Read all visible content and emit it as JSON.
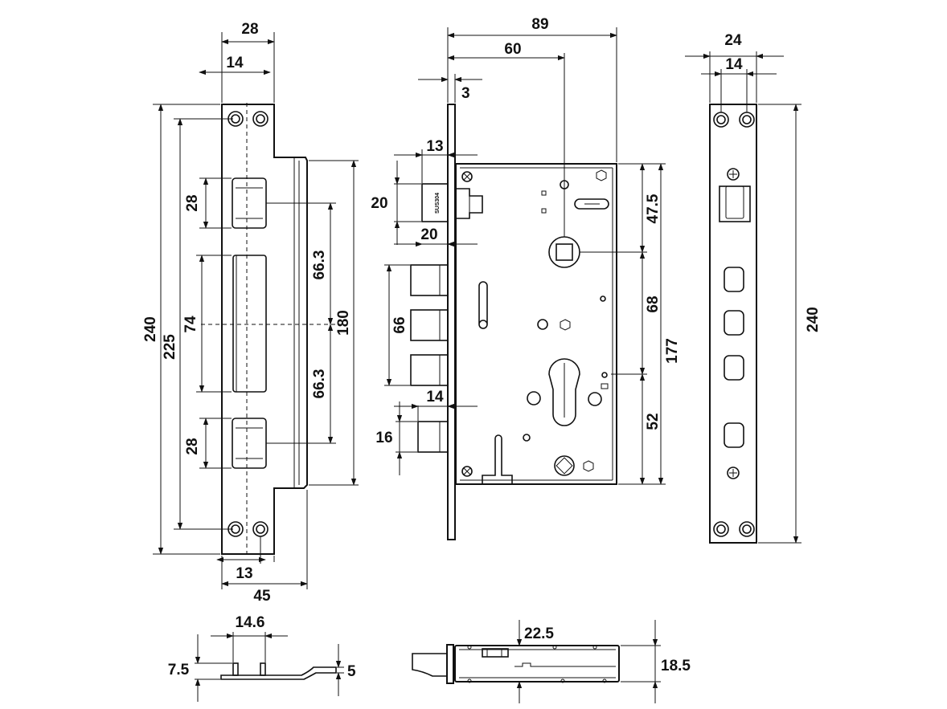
{
  "strike_plate": {
    "w_top": "28",
    "w_inner": "14",
    "h_total": "240",
    "h_holes": "225",
    "slot_top": "28",
    "slot_mid": "74",
    "slot_bot": "28",
    "upper_half": "66.3",
    "lower_half": "66.3",
    "lip_height": "180",
    "w_bottom_inner": "13",
    "w_bottom": "45"
  },
  "lock_body": {
    "width": "89",
    "backset": "60",
    "faceplate_t": "3",
    "latch_offset": "13",
    "latch_height": "20",
    "latch_depth": "20",
    "bolt_span": "66",
    "bolt_proj": "14",
    "bolt_height": "16",
    "top_to_spindle": "47.5",
    "spindle_to_cyl": "68",
    "cyl_to_bottom": "52",
    "body_height": "177",
    "stamp": "SUS304"
  },
  "faceplate": {
    "width": "24",
    "holes": "14",
    "height": "240"
  },
  "strike_side": {
    "width": "14.6",
    "height": "7.5",
    "thickness": "5"
  },
  "lock_side": {
    "clearance": "22.5",
    "depth": "18.5"
  }
}
